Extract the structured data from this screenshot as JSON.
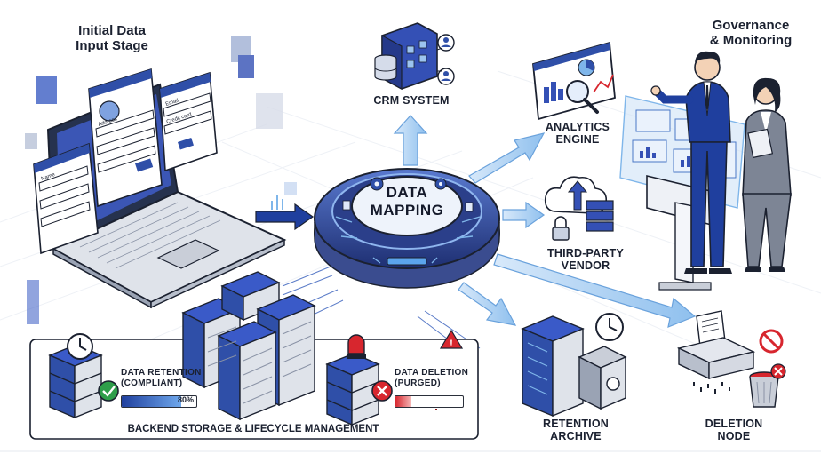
{
  "stages": {
    "input": "Initial Data\nInput Stage",
    "governance": "Governance\n& Monitoring",
    "mapping": "DATA\nMAPPING",
    "crm": "CRM SYSTEM",
    "analytics": "ANALYTICS\nENGINE",
    "vendor": "THIRD-PARTY\nVENDOR",
    "archive": "RETENTION\nARCHIVE",
    "deletion": "DELETION\nNODE"
  },
  "backend": {
    "title": "BACKEND STORAGE & LIFECYCLE MANAGEMENT",
    "retention_label": "DATA RETENTION\n(COMPLIANT)",
    "retention_progress": 0.8,
    "retention_text": "80%",
    "deletion_label": "DATA DELETION\n(PURGED)"
  },
  "forms": {
    "fields": [
      "Name",
      "Address",
      "Email",
      "Credit card"
    ]
  },
  "colors": {
    "blue": "#2f4fa8",
    "light_blue": "#7fb6ea",
    "arrow": "#a9cdf2",
    "green": "#2e9e4a",
    "red": "#d7262e"
  }
}
